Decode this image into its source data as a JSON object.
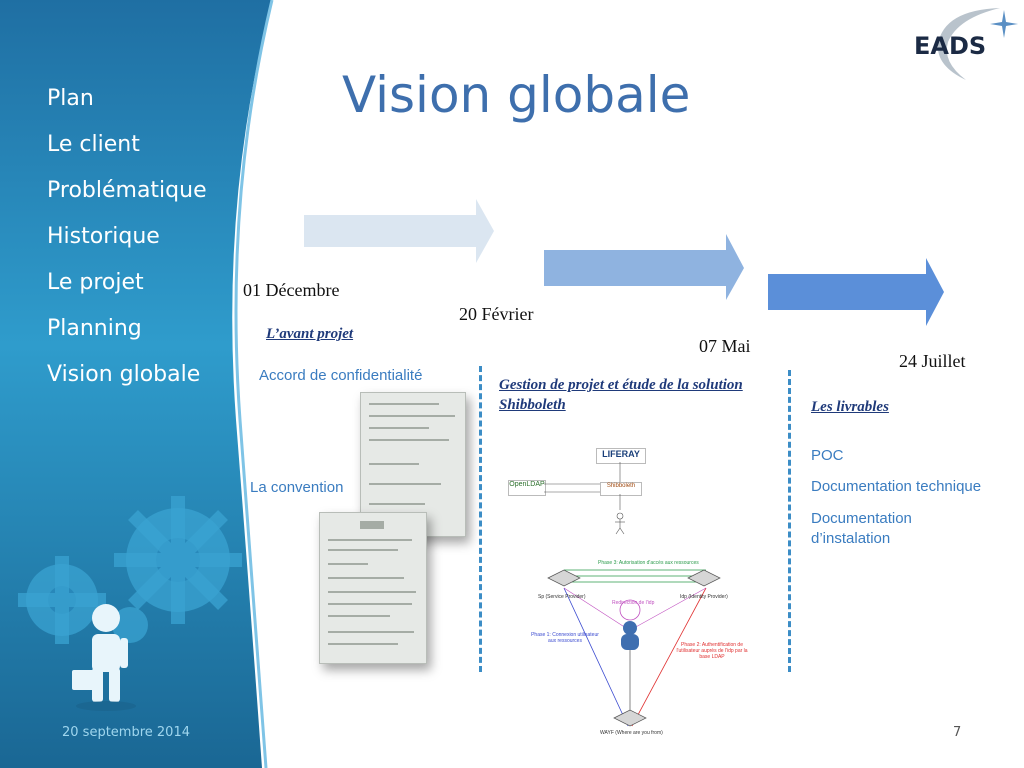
{
  "nav": {
    "items": [
      "Plan",
      "Le client",
      "Problématique",
      "Historique",
      "Le projet",
      "Planning",
      "Vision globale"
    ]
  },
  "title": "Vision globale",
  "logo": {
    "text": "EADS",
    "icon": "eads-star-logo"
  },
  "timeline": {
    "dates": [
      "01 Décembre",
      "20 Février",
      "07 Mai",
      "24 Juillet"
    ],
    "arrow_colors": [
      "#dbe6f1",
      "#8fb3e0",
      "#5b8fd9"
    ]
  },
  "phase1": {
    "title": "L’avant projet",
    "items": [
      "Accord de confidentialité",
      "La convention"
    ]
  },
  "phase2": {
    "title": "Gestion de projet et étude de la solution Shibboleth",
    "diagram": {
      "liferay": "LIFERAY",
      "openldap": "OpenLDAP",
      "shibboleth": "Shibboleth",
      "phase3": "Phase 3: Autorisation d'accès aux ressources",
      "sp": "Sp (Service Provider)",
      "idp": "Idp (Identity Provider)",
      "redirect": "Redirection de l'idp",
      "phase1": "Phase 1: Connexion utilisateur aux ressources",
      "phase2": "Phase 2: Authentification de l'utilisateur auprès de l'idp par la base LDAP",
      "wayf": "WAYF (Where are you from)"
    }
  },
  "phase3": {
    "title": "Les livrables",
    "items": [
      "POC",
      "Documentation technique",
      "Documentation d’instalation"
    ]
  },
  "footer": {
    "date": "20 septembre 2014",
    "page": "7"
  },
  "colors": {
    "title": "#3e6fad",
    "accent_blue": "#3a7cc0",
    "sidebar": "#2d8fc0"
  }
}
